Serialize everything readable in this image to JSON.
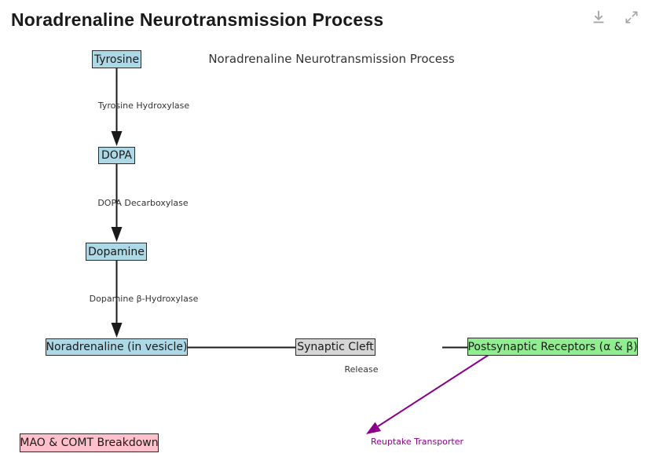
{
  "page": {
    "title": "Noradrenaline Neurotransmission Process"
  },
  "toolbar": {
    "icons": [
      {
        "name": "download-icon",
        "glyph": "↓",
        "color": "#a6a6a6"
      },
      {
        "name": "expand-icon",
        "glyph": "⤢",
        "color": "#a6a6a6"
      }
    ]
  },
  "diagram": {
    "title": "Noradrenaline Neurotransmission Process",
    "nodes": [
      {
        "id": "tyrosine",
        "label": "Tyrosine",
        "fill": "#add8e6",
        "border": "#2b2b2b"
      },
      {
        "id": "dopa",
        "label": "DOPA",
        "fill": "#add8e6",
        "border": "#2b2b2b"
      },
      {
        "id": "dopamine",
        "label": "Dopamine",
        "fill": "#add8e6",
        "border": "#2b2b2b"
      },
      {
        "id": "noradrenaline",
        "label": "Noradrenaline (in vesicle)",
        "fill": "#add8e6",
        "border": "#2b2b2b"
      },
      {
        "id": "synaptic-cleft",
        "label": "Synaptic Cleft",
        "fill": "#d6d6d6",
        "border": "#2b2b2b"
      },
      {
        "id": "postsynaptic",
        "label": "Postsynaptic Receptors (α & β)",
        "fill": "#90ee90",
        "border": "#2b2b2b"
      },
      {
        "id": "mao-comt",
        "label": "MAO & COMT Breakdown",
        "fill": "#ffc0cb",
        "border": "#2b2b2b"
      }
    ],
    "edges": [
      {
        "label": "Tyrosine Hydroxylase",
        "from": "tyrosine",
        "to": "dopa",
        "color": "#1a1a1a"
      },
      {
        "label": "DOPA Decarboxylase",
        "from": "dopa",
        "to": "dopamine",
        "color": "#1a1a1a"
      },
      {
        "label": "Dopamine β-Hydroxylase",
        "from": "dopamine",
        "to": "noradrenaline",
        "color": "#1a1a1a"
      },
      {
        "label": "Release",
        "from": "noradrenaline",
        "to": "synaptic-cleft",
        "color": "#1a1a1a"
      },
      {
        "label": "Reuptake Transporter",
        "from": "postsynaptic",
        "to": "",
        "color": "#8b008b"
      }
    ]
  }
}
